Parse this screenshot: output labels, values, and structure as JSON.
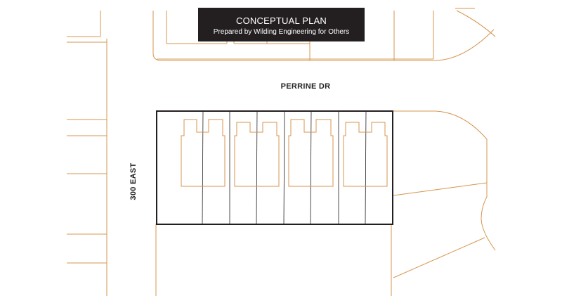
{
  "title": {
    "main": "CONCEPTUAL PLAN",
    "subtitle": "Prepared by Wilding Engineering for Others"
  },
  "streets": {
    "horizontal": "PERRINE DR",
    "vertical": "300 EAST"
  },
  "colors": {
    "property_lines": "#d7954f",
    "lot_outline": "#231f20",
    "title_background": "#231f20",
    "title_text": "#ffffff"
  },
  "lots": {
    "count": 8,
    "building_count": 4
  }
}
